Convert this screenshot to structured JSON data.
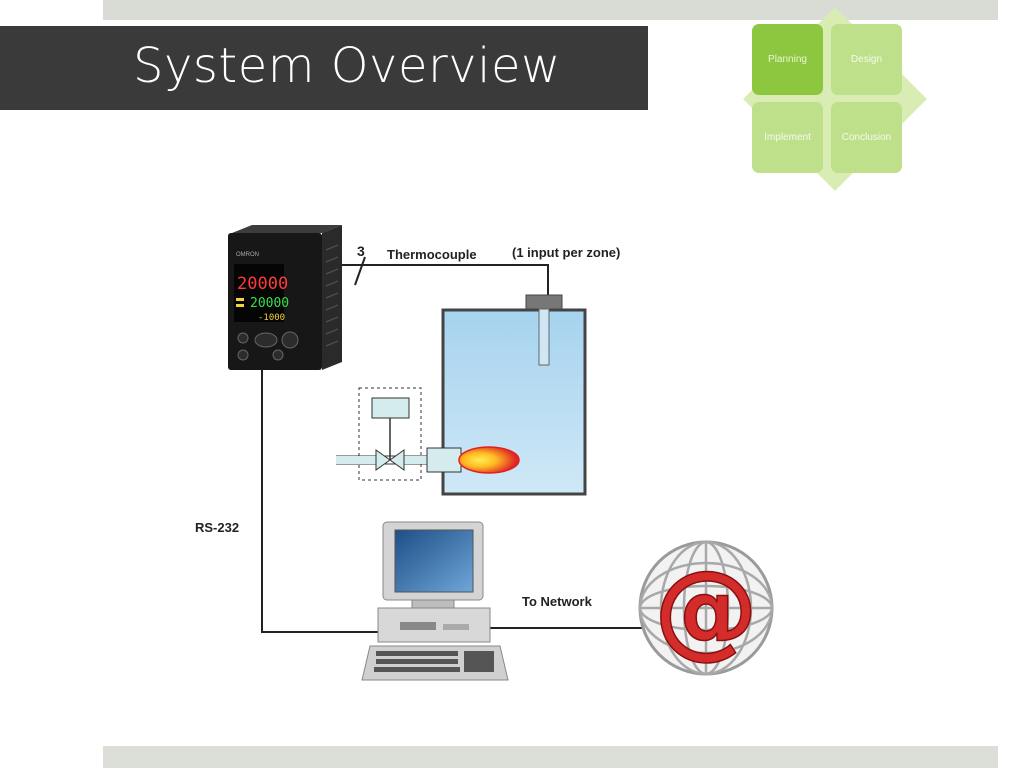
{
  "slide": {
    "title": "System Overview"
  },
  "nav": {
    "tiles": [
      {
        "label": "Planning",
        "active": true
      },
      {
        "label": "Design",
        "active": false
      },
      {
        "label": "Implement",
        "active": false
      },
      {
        "label": "Conclusion",
        "active": false
      }
    ]
  },
  "diagram": {
    "wire_count": "3",
    "thermocouple_label": "Thermocouple",
    "input_note": "(1 input per zone)",
    "rs232_label": "RS-232",
    "network_label": "To Network",
    "controller": {
      "brand": "OMRON",
      "display_top": "20000",
      "display_mid": "20000",
      "display_bottom": "-1000"
    },
    "globe_symbol": "@"
  },
  "colors": {
    "title_bg": "#3a3a3a",
    "nav_active": "#8dc63f",
    "nav_inactive": "#bfe08a",
    "tank_fill": "#b8dcf2",
    "flame": "#e03030",
    "globe_at": "#d42b2b"
  }
}
